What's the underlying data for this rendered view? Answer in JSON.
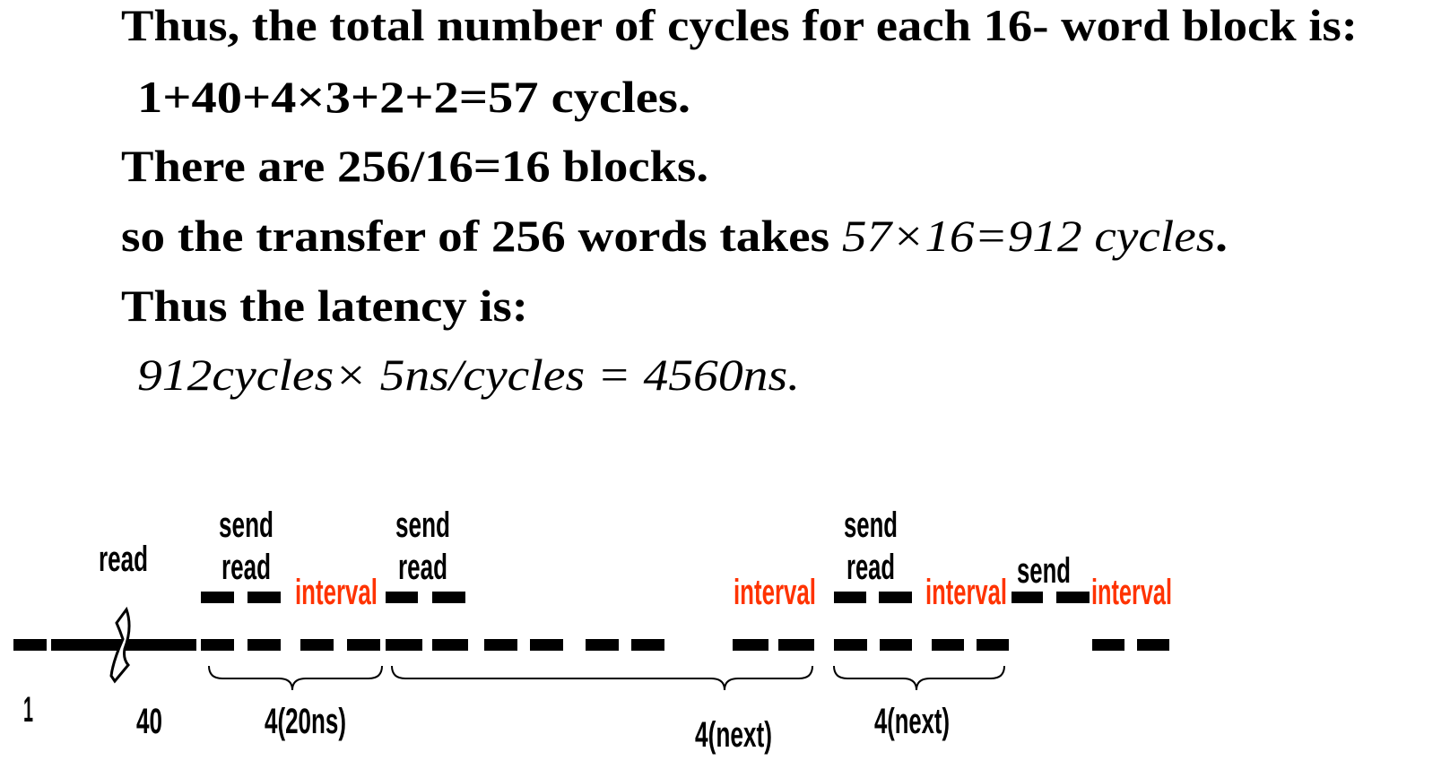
{
  "text_lines": {
    "line1": "Thus, the total number of cycles for each 16- word block is:",
    "line2": "1+40+4×3+2+2=57 cycles.",
    "line3": "There are 256/16=16 blocks.",
    "line4_a": "so the transfer of 256 words takes ",
    "line4_b": "57×16=912 cycles",
    "line4_c": ".",
    "line5": "Thus the latency is:",
    "line6": "912cycles× 5ns/cycles = 4560ns."
  },
  "diagram": {
    "read_label": "read",
    "groups": [
      {
        "send": "send",
        "read": "read",
        "interval": "interval",
        "brace_label": "4(20ns)"
      },
      {
        "send": "send",
        "read": "read",
        "interval": "interval",
        "brace_label": "4(next)"
      },
      {
        "send": "send",
        "read": "read",
        "interval": "interval",
        "brace_label": "4(next)"
      },
      {
        "send": "send",
        "interval": "interval"
      }
    ],
    "tick_1": "1",
    "tick_40": "40"
  },
  "colors": {
    "interval": "#ff3300",
    "text": "#000000"
  }
}
